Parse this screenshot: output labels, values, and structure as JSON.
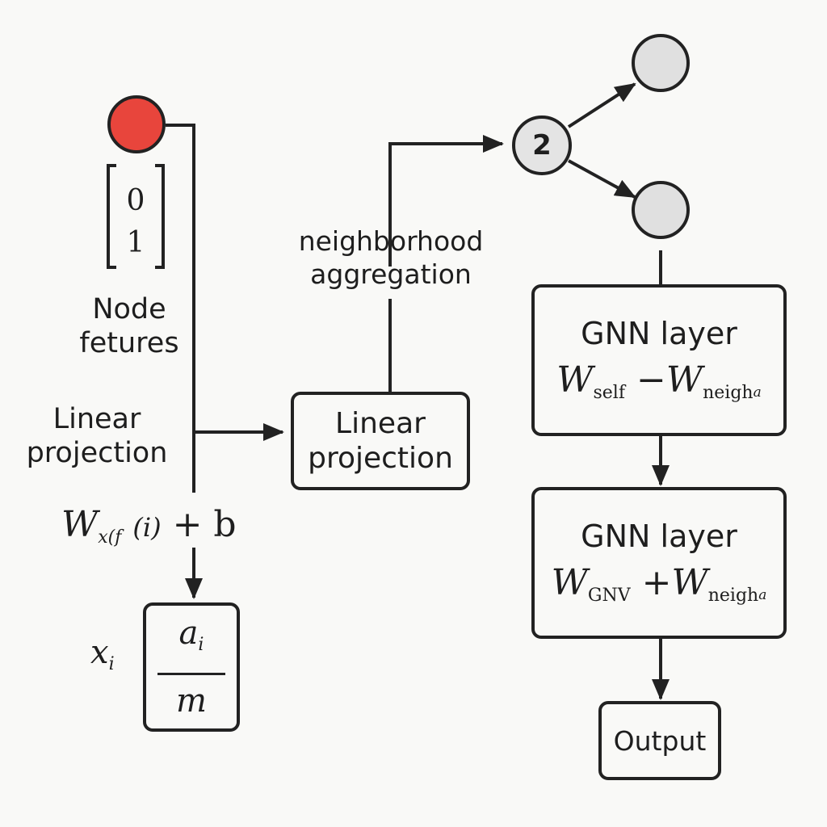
{
  "input_node": {
    "color": "#e8453c"
  },
  "feature_vector": {
    "values": [
      "0",
      "1"
    ]
  },
  "labels": {
    "node_features": "Node\nfetures",
    "linear_projection_left": "Linear\nprojection",
    "neighborhood_aggregation": "neighborhood\naggregation"
  },
  "projection_formula": {
    "w": "W",
    "sub": "x(f",
    "arg": "(i)",
    "rest": "+ b"
  },
  "normalized": {
    "x": "x",
    "x_sub": "i",
    "numerator": "a",
    "num_sub": "i",
    "denominator": "m"
  },
  "linear_projection_box": {
    "label": "Linear\nprojection"
  },
  "center_node": {
    "label": "2",
    "color": "#e4e4e4"
  },
  "neighbor_nodes": {
    "color": "#e0e0e0"
  },
  "gnn_layer_1": {
    "title": "GNN layer",
    "w1": "W",
    "sub1": "self",
    "op": "−",
    "w2": "W",
    "sub2": "neigh",
    "subsub2": "a"
  },
  "gnn_layer_2": {
    "title": "GNN layer",
    "w1": "W",
    "sub1": "GNV",
    "op": "+",
    "w2": "W",
    "sub2": "neigh",
    "subsub2": "a"
  },
  "output_box": {
    "label": "Output"
  }
}
